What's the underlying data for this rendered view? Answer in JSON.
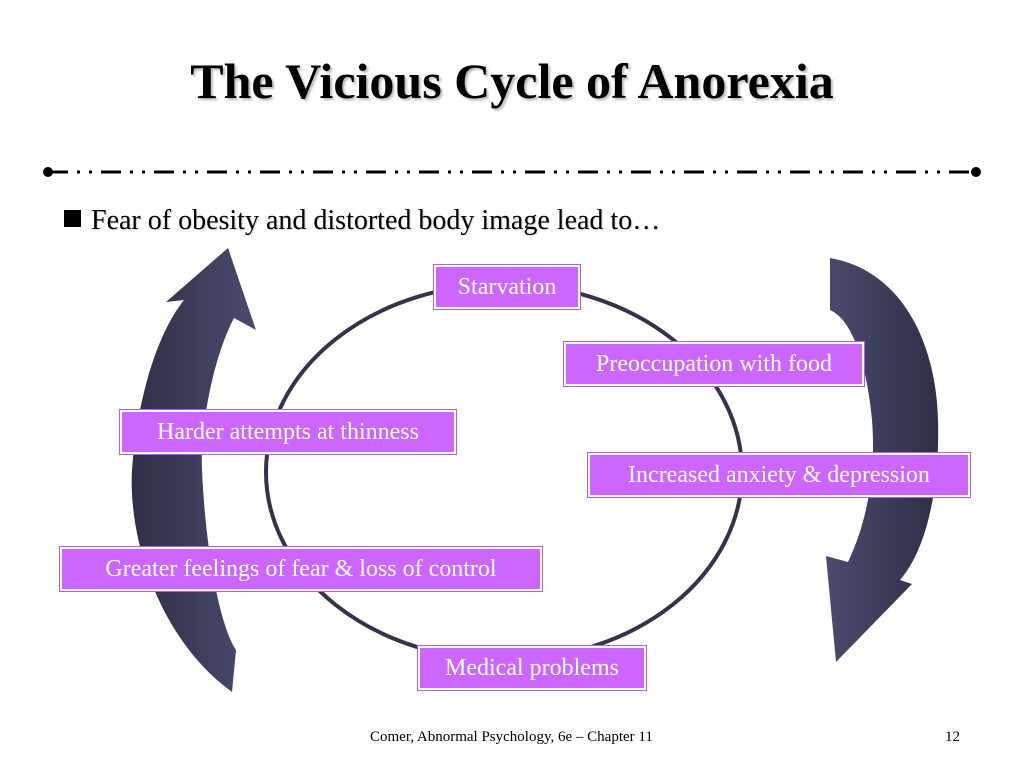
{
  "title": "The Vicious Cycle of Anorexia",
  "bullet": "Fear of obesity and distorted body image lead to…",
  "cycle": {
    "steps": [
      "Starvation",
      "Preoccupation with food",
      "Increased anxiety & depression",
      "Medical problems",
      "Greater feelings of fear & loss of control",
      "Harder attempts at thinness"
    ]
  },
  "colors": {
    "box_fill": "#cc66ff",
    "box_text": "#ffffff",
    "circle_stroke": "#33334d",
    "arrow_fill": "#3d3d5c"
  },
  "footer": {
    "citation": "Comer, Abnormal Psychology, 6e – Chapter 11",
    "page_number": "12"
  }
}
